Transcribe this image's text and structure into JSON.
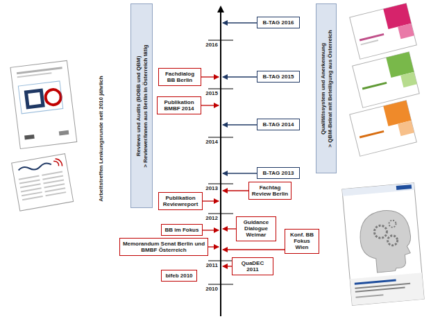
{
  "diagram": {
    "nodes": [
      {
        "text": [
          "Reviews und Audits (BOBB und QBM)",
          "> Reviewer/innen aus Berlin in Österreich tätig"
        ]
      },
      {
        "text": [
          "Qualitätssystem und Anerkennung",
          "> QBM-Beirat mit Beteiligung aus Österreich"
        ]
      },
      {
        "text": [
          "B-TAG 2016"
        ]
      },
      {
        "text": [
          "B-TAG 2015"
        ]
      },
      {
        "text": [
          "Fachdialog BB Berlin"
        ]
      },
      {
        "text": [
          "Publikation BMBF 2014"
        ]
      },
      {
        "text": [
          "B-TAG 2014"
        ]
      },
      {
        "text": [
          "B-TAG 2013"
        ]
      },
      {
        "text": [
          "Fachtag Review Berlin"
        ]
      },
      {
        "text": [
          "Publikation Reviewreport"
        ]
      },
      {
        "text": [
          "BB im Fokus"
        ]
      },
      {
        "text": [
          "Guidance Dialogue Weimar"
        ]
      },
      {
        "text": [
          "Memorandum Senat Berlin und BMBF Österreich"
        ]
      },
      {
        "text": [
          "Konf. BB Fokus Wien"
        ]
      },
      {
        "text": [
          "QuaDEC 2011"
        ]
      },
      {
        "text": [
          "bifeb 2010"
        ]
      }
    ],
    "labels": [
      "Arbeitstreffen Lenkungsrunde seit 2010 jährlich",
      "2016",
      "2015",
      "2014",
      "2013",
      "2012",
      "2011",
      "2010"
    ]
  }
}
